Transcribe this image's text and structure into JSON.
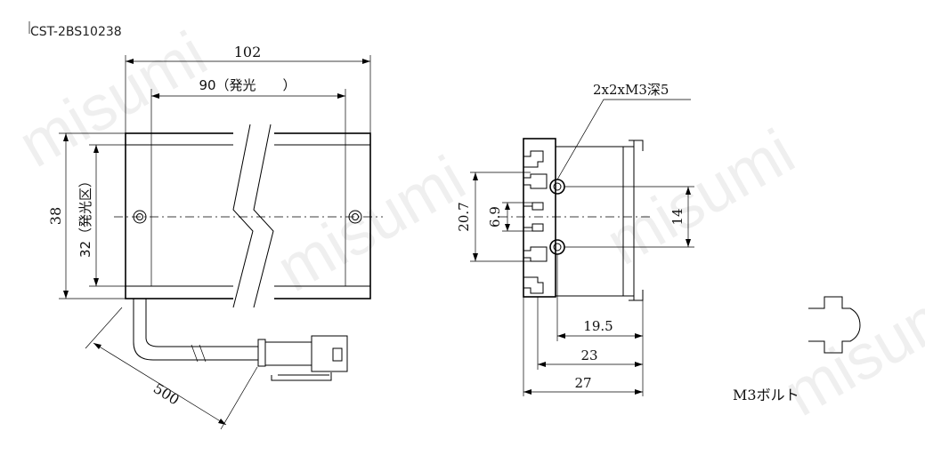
{
  "model_code": "CST-2BS10238",
  "watermark": "misumi",
  "front_view": {
    "width_total": "102",
    "emit_length": "90（発光　　）",
    "height_total": "38",
    "emit_height": "32（発光区）",
    "cable_length": "500"
  },
  "side_view": {
    "tap_note": "2x2xM3深5",
    "slot_pitch": "20.7",
    "slot_center": "6.9",
    "hole_pitch": "14",
    "width_a": "19.5",
    "width_b": "23",
    "width_c": "27"
  },
  "bolt_label": "M3ボルト"
}
